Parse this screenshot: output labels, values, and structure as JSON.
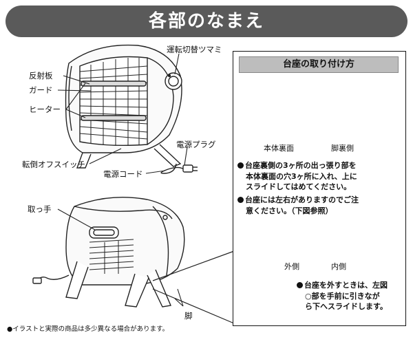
{
  "title": "各部のなまえ",
  "labels": {
    "mode_knob": "運転切替ツマミ",
    "reflector": "反射板",
    "guard": "ガード",
    "heater": "ヒーター",
    "power_plug": "電源プラグ",
    "tip_switch": "転倒オフスイッチ",
    "power_cord": "電源コード",
    "handle": "取っ手",
    "leg": "脚"
  },
  "panel": {
    "header": "台座の取り付け方",
    "body_back": "本体裏面",
    "leg_back": "脚裏側",
    "step1_lines": [
      "台座裏側の3ヶ所の出っ張り部を",
      "本体裏面の穴3ヶ所に入れ、上に",
      "スライドしてはめてください。"
    ],
    "step2_lines": [
      "台座には左右がありますのでご注",
      "意ください。（下図参照）"
    ],
    "outer": "外側",
    "inner": "内側",
    "step3_lines": [
      "台座を外すときは、左図",
      "○部を手前に引きなが",
      "ら下へスライドします。"
    ]
  },
  "footnote": "●イラストと実際の商品は多少異なる場合があります。"
}
